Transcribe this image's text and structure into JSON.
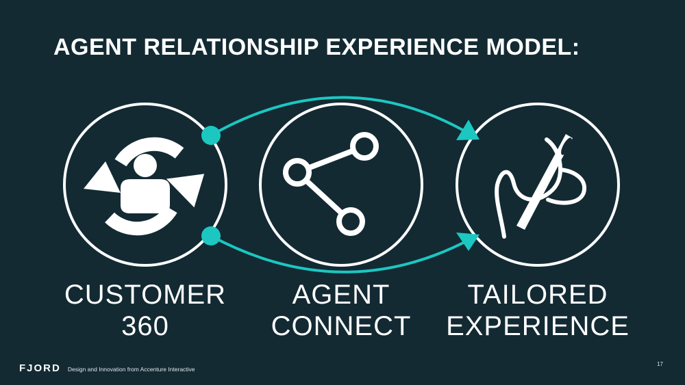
{
  "title": "AGENT RELATIONSHIP EXPERIENCE MODEL:",
  "colors": {
    "background": "#132a33",
    "accent": "#1cc7c1",
    "stroke": "#ffffff"
  },
  "stages": [
    {
      "line1": "CUSTOMER",
      "line2": "360",
      "icon": "customer-sync-icon"
    },
    {
      "line1": "AGENT",
      "line2": "CONNECT",
      "icon": "share-icon"
    },
    {
      "line1": "TAILORED",
      "line2": "EXPERIENCE",
      "icon": "needle-thread-icon"
    }
  ],
  "footer": {
    "brand": "FJORD",
    "tagline": "Design and Innovation from Accenture Interactive",
    "page_number": "17"
  }
}
